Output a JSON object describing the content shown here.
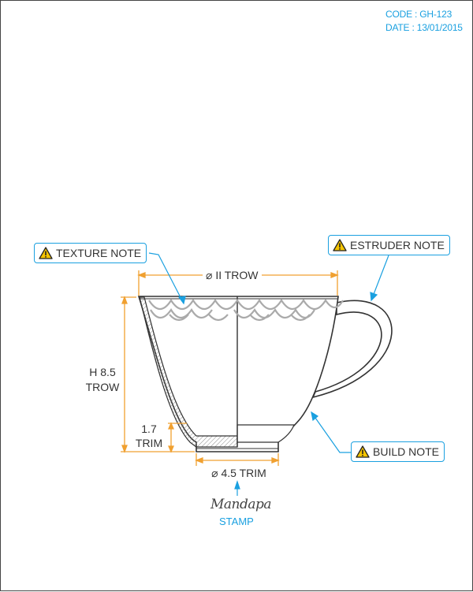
{
  "meta": {
    "code": "CODE : GH-123",
    "date": "DATE : 13/01/2015"
  },
  "notes": {
    "texture": "TEXTURE NOTE",
    "estruder": "ESTRUDER NOTE",
    "build": "BUILD NOTE"
  },
  "dimensions": {
    "top_diameter": "⌀ II TROW",
    "height_line1": "H 8.5",
    "height_line2": "TROW",
    "trim_line1": "1.7",
    "trim_line2": "TRIM",
    "base_diameter": "⌀ 4.5 TRIM"
  },
  "stamp": {
    "logo": "Mandapa",
    "label": "STAMP"
  },
  "colors": {
    "callout": "#1aa0e0",
    "dimension": "#f0a030",
    "outline": "#333333",
    "texture": "#aaaaaa"
  },
  "icons": {
    "warning": "warning-triangle-icon"
  }
}
